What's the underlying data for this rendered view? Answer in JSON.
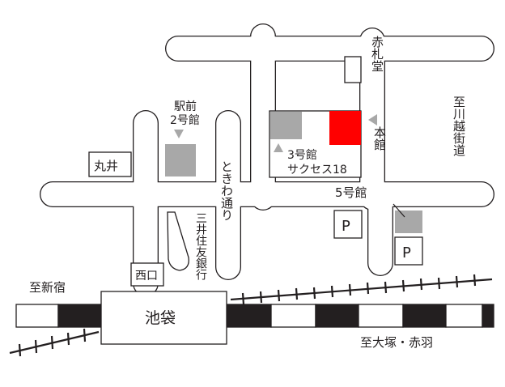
{
  "map": {
    "labels": {
      "akafudado": "赤札堂",
      "ekimae_2": "駅前",
      "ekimae_2b": "2号館",
      "honkan": "本館",
      "kan3": "3号館",
      "success18": "サクセス18",
      "kan5": "5号館",
      "marui": "丸井",
      "tokiwa": "ときわ通り",
      "mitsui": "三井住友銀行",
      "nishiguchi": "西口",
      "ikebukuro": "池袋",
      "shinjuku": "至新宿",
      "otsuka": "至大塚・赤羽",
      "kawagoe": "至川越街道",
      "parking_1": "P",
      "parking_2": "P"
    },
    "colors": {
      "road_outline": "#231f20",
      "building_gray": "#a8a8a8",
      "highlight_building": "#ff0000",
      "track_dark": "#231f20",
      "background": "#ffffff"
    }
  }
}
